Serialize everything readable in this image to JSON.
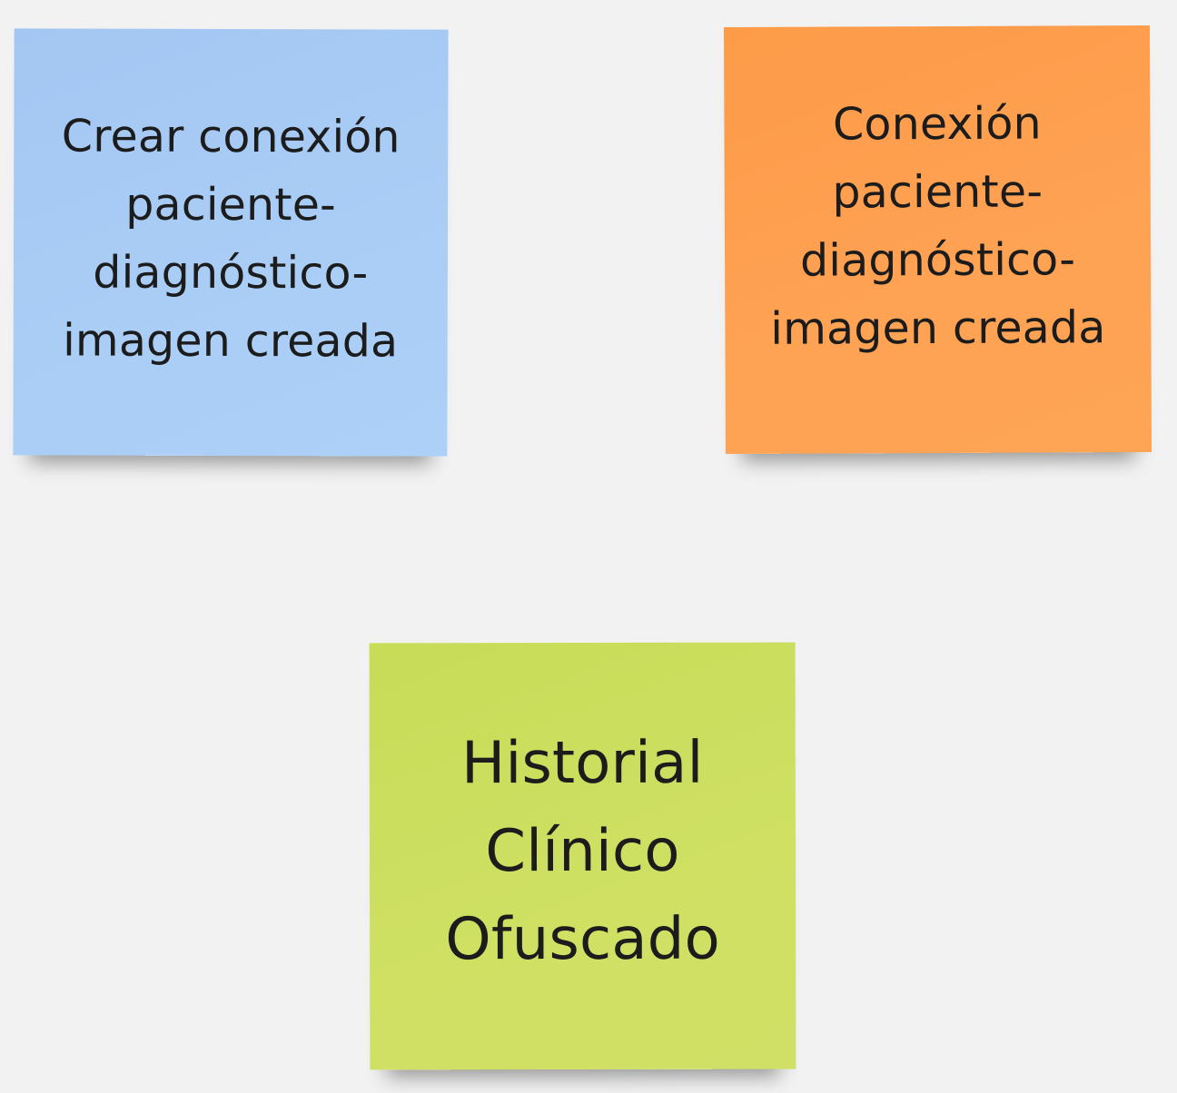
{
  "notes": [
    {
      "text": "Crear conexión paciente-diagnóstico-imagen creada",
      "color": "#a9cdf5"
    },
    {
      "text": "Conexión paciente-diagnóstico-imagen creada",
      "color": "#fea254"
    },
    {
      "text": "Historial Clínico Ofuscado",
      "color": "#cfe063"
    }
  ]
}
